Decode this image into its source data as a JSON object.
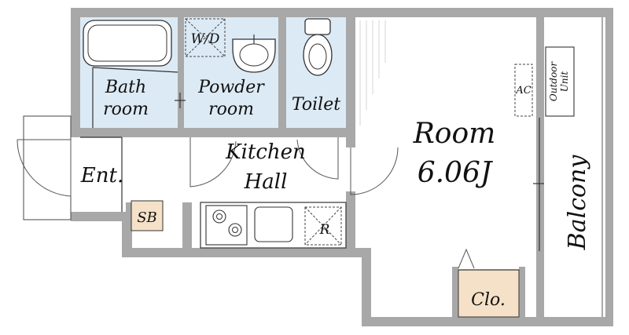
{
  "rooms": {
    "bath": [
      "Bath",
      "room"
    ],
    "powder": [
      "Powder",
      "room"
    ],
    "wd": "W/D",
    "toilet": "Toilet",
    "kitchen": [
      "Kitchen",
      "Hall"
    ],
    "entrance": "Ent.",
    "shoebox": "SB",
    "refrigerator": "R",
    "room": [
      "Room",
      "6.06J"
    ],
    "ac": "AC",
    "outdoor_unit": [
      "Outdoor",
      "Unit"
    ],
    "balcony": "Balcony",
    "closet": "Clo."
  },
  "colors": {
    "wet_area": "#dceaf5",
    "storage": "#f5e1c8",
    "wall": "#a8a8a8"
  }
}
